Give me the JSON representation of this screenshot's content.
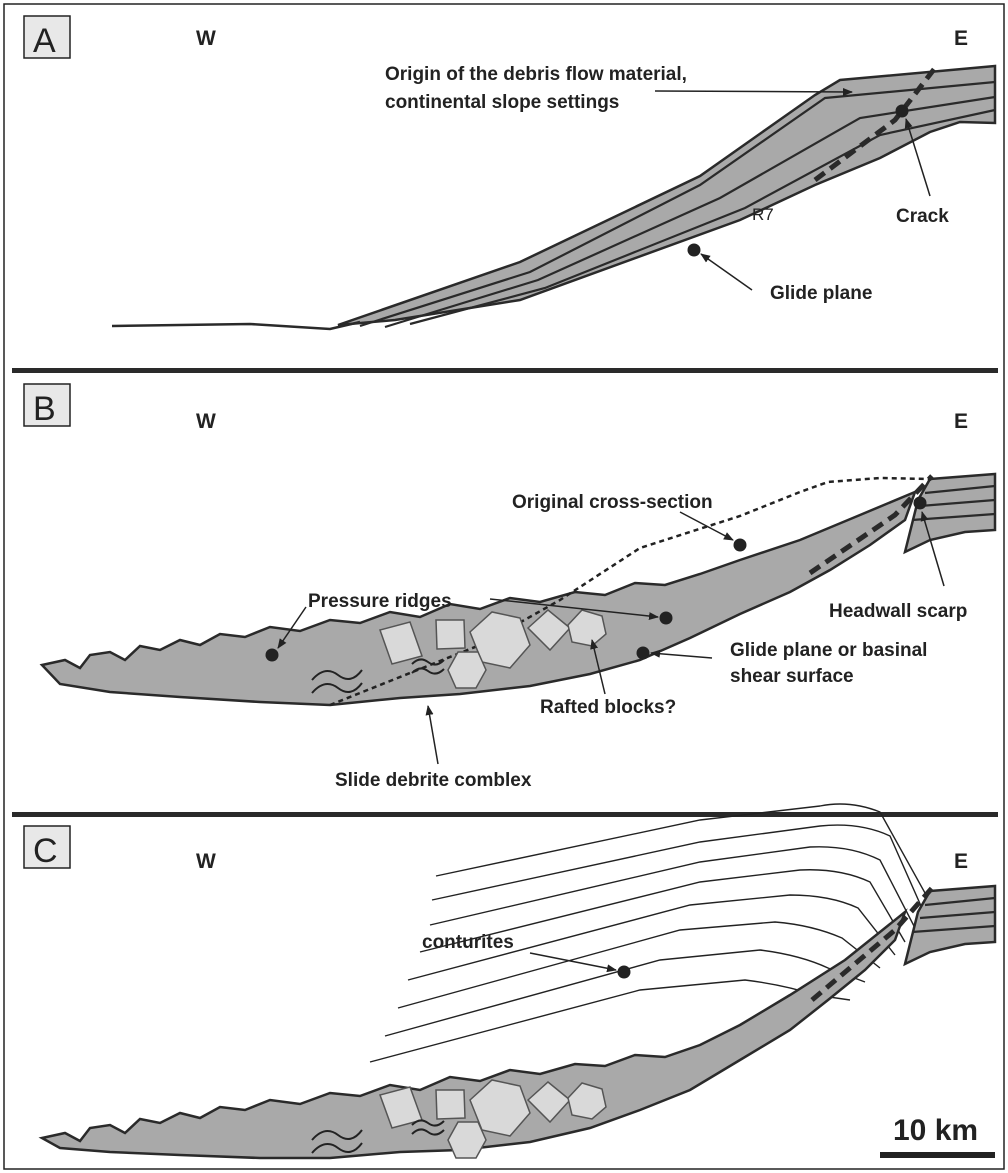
{
  "colors": {
    "sediment_fill": "#a9a9a9",
    "block_fill": "#d9d9d9",
    "outline": "#2a2a2a",
    "label_box": "#e8e8e8"
  },
  "panels": [
    {
      "id": "A",
      "letter": "A",
      "west": "W",
      "east": "E",
      "labels": {
        "origin_line1": "Origin of the debris flow material,",
        "origin_line2": "continental slope settings",
        "crack": "Crack",
        "r7": "R7",
        "glide_plane": "Glide plane"
      }
    },
    {
      "id": "B",
      "letter": "B",
      "west": "W",
      "east": "E",
      "labels": {
        "original_cross_section": "Original cross-section",
        "pressure_ridges": "Pressure ridges",
        "headwall_scarp": "Headwall scarp",
        "glide_plane_line1": "Glide plane or basinal",
        "glide_plane_line2": "shear surface",
        "rafted_blocks": "Rafted blocks?",
        "slide_debrite": "Slide debrite comblex"
      }
    },
    {
      "id": "C",
      "letter": "C",
      "west": "W",
      "east": "E",
      "labels": {
        "conturites": "conturites"
      }
    }
  ],
  "scale_bar": {
    "label": "10 km"
  },
  "icons": [
    "wave-symbol-icon"
  ]
}
